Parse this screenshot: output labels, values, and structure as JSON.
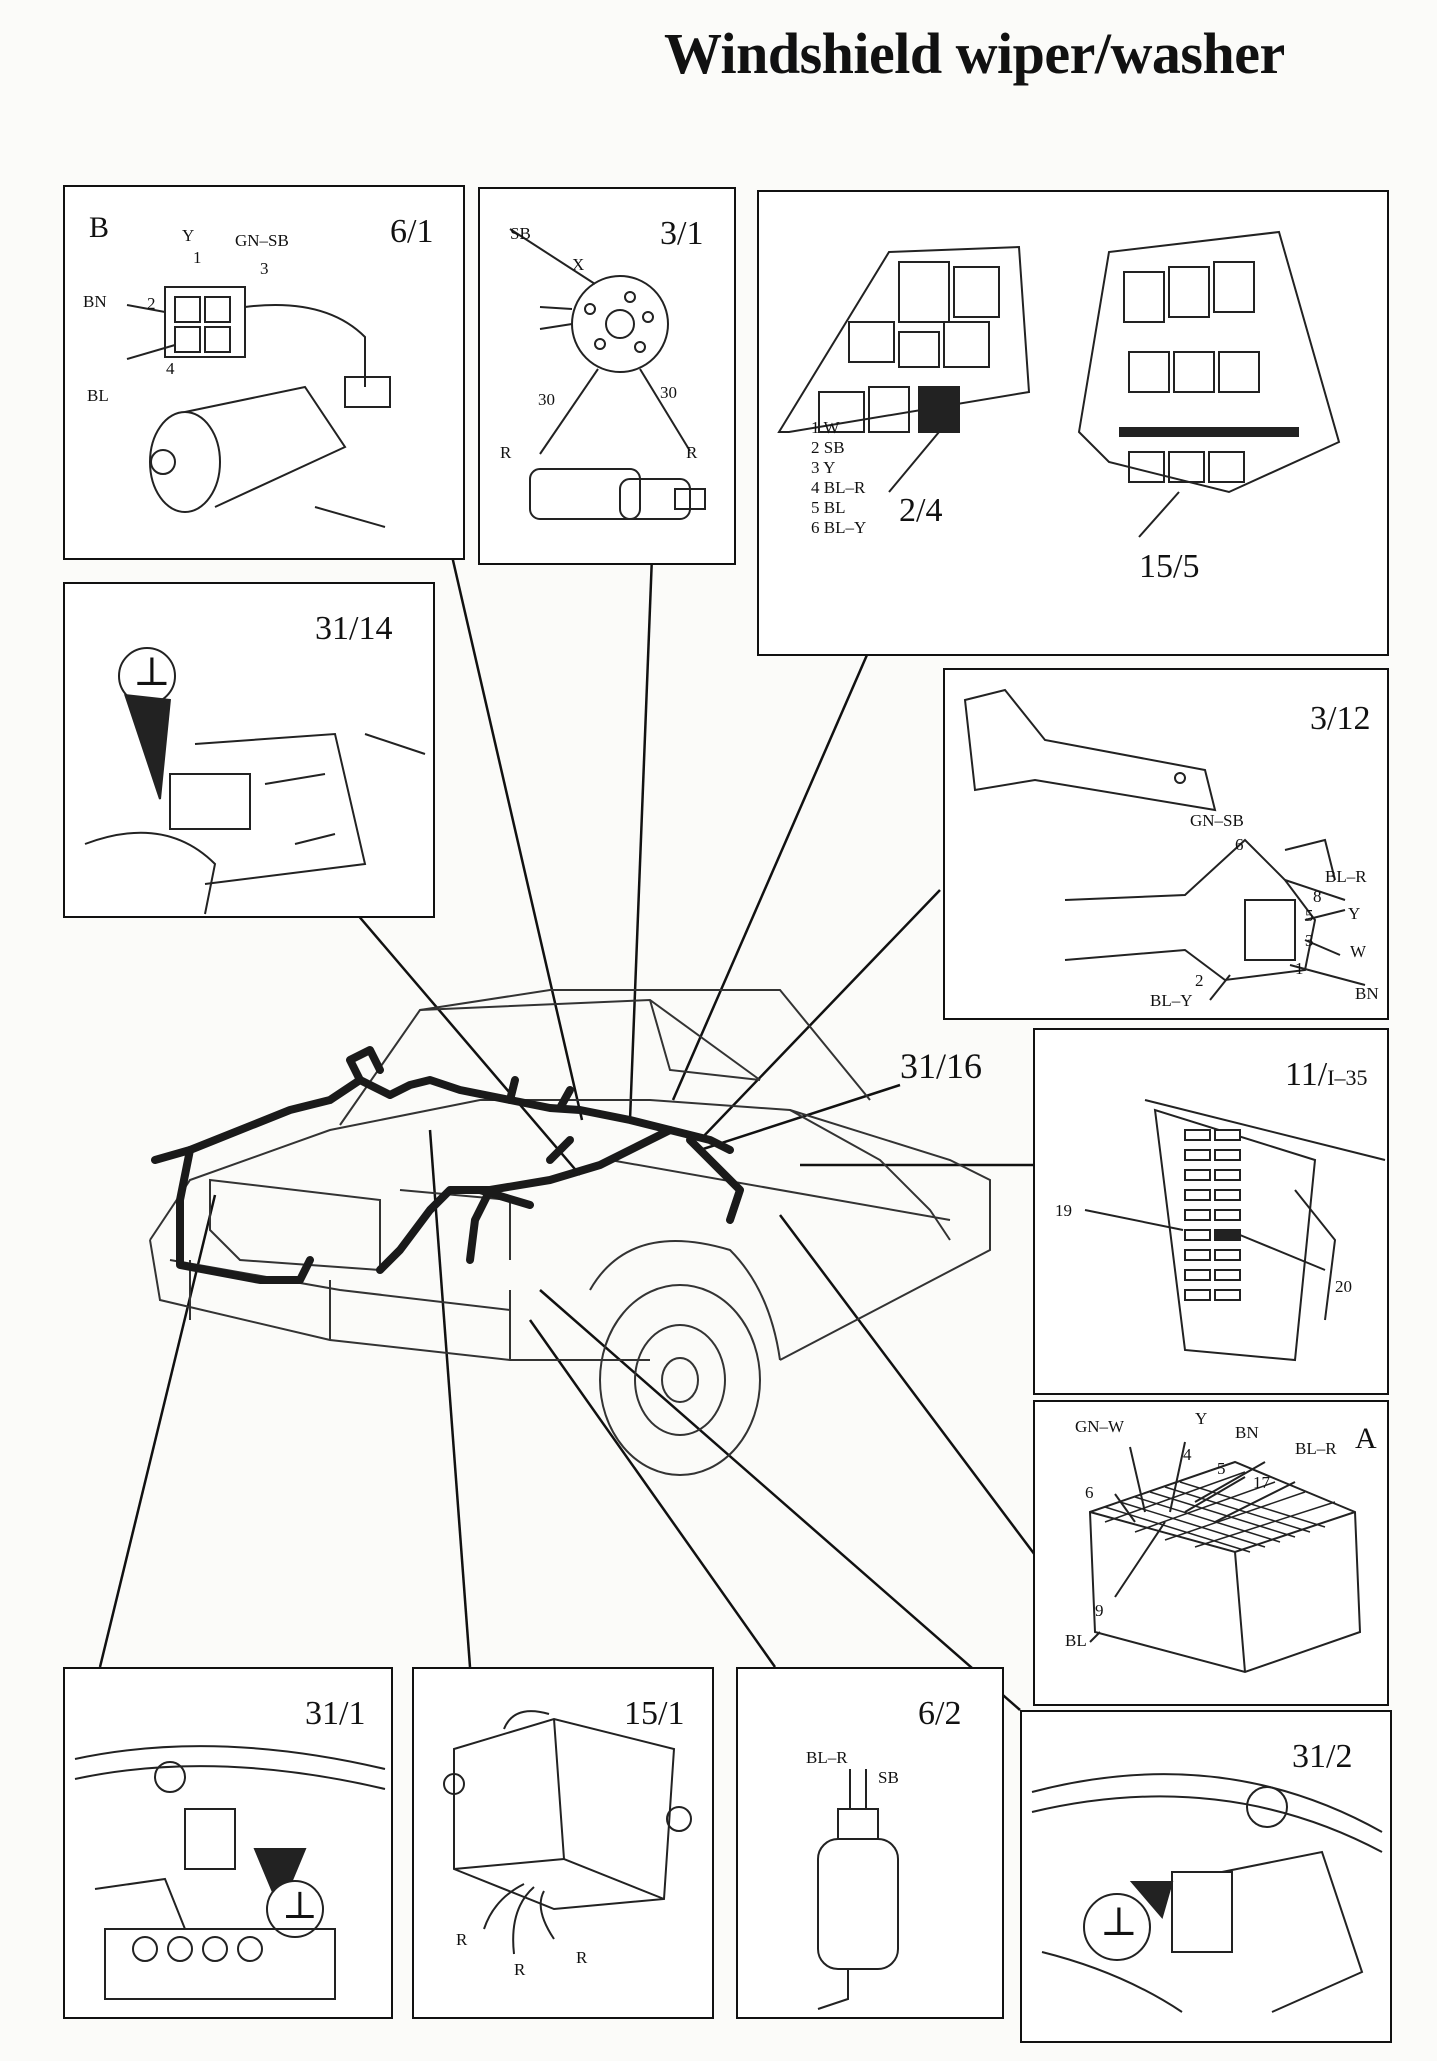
{
  "title": "Windshield wiper/washer",
  "panels": {
    "p6_1": {
      "code": "6/1",
      "corner": "B",
      "wires": {
        "y": "Y",
        "gnsb": "GN–SB",
        "bn": "BN",
        "bl": "BL",
        "p1": "1",
        "p2": "2",
        "p3": "3",
        "p4": "4"
      }
    },
    "p3_1": {
      "code": "3/1",
      "wires": {
        "sb": "SB",
        "x": "X",
        "t30a": "30",
        "t30b": "30",
        "ra": "R",
        "rb": "R"
      }
    },
    "p2_4": {
      "code": "2/4",
      "code2": "15/5",
      "list": [
        "1 W",
        "2 SB",
        "3 Y",
        "4 BL–R",
        "5 BL",
        "6 BL–Y"
      ]
    },
    "p31_14": {
      "code": "31/14",
      "ground_symbol": "⊥"
    },
    "p3_12": {
      "code": "3/12",
      "wires": {
        "gnsb": "GN–SB",
        "p6": "6",
        "blr": "BL–R",
        "p8": "8",
        "p5": "5",
        "y": "Y",
        "p3": "3",
        "w": "W",
        "p1": "1",
        "p2": "2",
        "bly": "BL–Y",
        "bn": "BN"
      }
    },
    "p11": {
      "code": "11/",
      "code_suffix": "I–35",
      "n19": "19",
      "n20": "20"
    },
    "pA": {
      "corner": "A",
      "wires": {
        "gnw": "GN–W",
        "y": "Y",
        "bn": "BN",
        "blr": "BL–R",
        "p6": "6",
        "p4": "4",
        "p5": "5",
        "p17": "17",
        "p9": "9",
        "bl": "BL"
      }
    },
    "p31_1": {
      "code": "31/1",
      "ground_symbol": "⊥"
    },
    "p15_1": {
      "code": "15/1",
      "wires": {
        "r1": "R",
        "r2": "R",
        "r3": "R"
      }
    },
    "p6_2": {
      "code": "6/2",
      "wires": {
        "blr": "BL–R",
        "sb": "SB"
      }
    },
    "p31_2": {
      "code": "31/2",
      "ground_symbol": "⊥"
    }
  },
  "car_label": "31/16"
}
